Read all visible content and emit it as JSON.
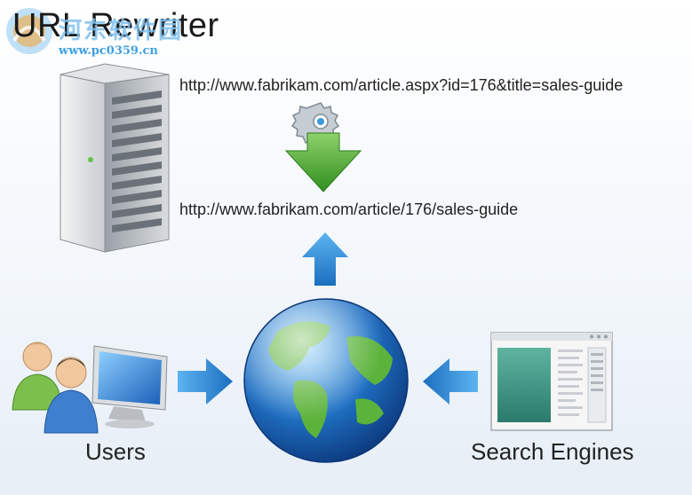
{
  "header": {
    "title": "URL Rewriter",
    "watermark_text": "河东软件园",
    "watermark_url": "www.pc0359.cn"
  },
  "urls": {
    "original": "http://www.fabrikam.com/article.aspx?id=176&title=sales-guide",
    "rewritten": "http://www.fabrikam.com/article/176/sales-guide"
  },
  "labels": {
    "users": "Users",
    "search_engines": "Search Engines"
  },
  "icons": {
    "server": "server-tower-icon",
    "gear": "gear-icon",
    "down_arrow": "green-down-arrow-icon",
    "up_arrow": "blue-up-arrow-icon",
    "globe": "earth-globe-icon",
    "users": "users-computer-icon",
    "search": "search-engine-window-icon"
  },
  "colors": {
    "arrow_blue": "#2a8ad6",
    "arrow_green": "#4cae2e",
    "globe_ocean": "#1f6fc2",
    "globe_land": "#5bb33b"
  }
}
